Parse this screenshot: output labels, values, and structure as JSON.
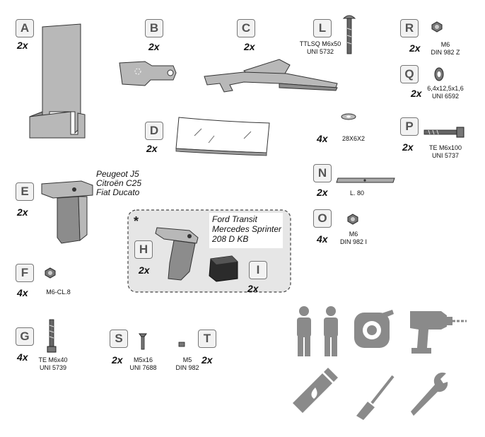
{
  "parts": {
    "A": {
      "letter": "A",
      "qty": "2x"
    },
    "B": {
      "letter": "B",
      "qty": "2x"
    },
    "C": {
      "letter": "C",
      "qty": "2x"
    },
    "D": {
      "letter": "D",
      "qty": "2x"
    },
    "E": {
      "letter": "E",
      "qty": "2x",
      "models": [
        "Peugeot J5",
        "Citroën  C25",
        "Fiat Ducato"
      ]
    },
    "F": {
      "letter": "F",
      "qty": "4x",
      "spec": "M6-CL.8"
    },
    "G": {
      "letter": "G",
      "qty": "4x",
      "spec": [
        "TE M6x40",
        "UNI 5739"
      ]
    },
    "H": {
      "letter": "H",
      "qty": "2x"
    },
    "I": {
      "letter": "I",
      "qty": "2x"
    },
    "L": {
      "letter": "L",
      "spec": [
        "TTLSQ M6x50",
        "UNI 5732"
      ]
    },
    "N": {
      "letter": "N",
      "qty": "2x",
      "spec": "L. 80"
    },
    "O": {
      "letter": "O",
      "qty": "4x",
      "spec": [
        "M6",
        "DIN 982 I"
      ]
    },
    "P": {
      "letter": "P",
      "qty": "2x",
      "spec": [
        "TE M6x100",
        "UNI 5737"
      ]
    },
    "Q": {
      "letter": "Q",
      "qty": "2x",
      "spec": [
        "6,4x12,5x1,6",
        "UNI 6592"
      ]
    },
    "R": {
      "letter": "R",
      "qty": "2x",
      "spec": [
        "M6",
        "DIN 982 Z"
      ]
    },
    "S": {
      "letter": "S",
      "qty": "2x",
      "spec": [
        "M5x16",
        "UNI 7688"
      ]
    },
    "T": {
      "letter": "T",
      "qty": "2x",
      "spec": [
        "M5",
        "DIN 982"
      ]
    },
    "washer": {
      "qty": "4x",
      "spec": "28X6X2"
    }
  },
  "panel": {
    "asterisk": "*",
    "models": [
      "Ford Transit",
      "Mercedes Sprinter",
      "208 D KB"
    ]
  },
  "tools": [
    "two-people-icon",
    "tape-measure-icon",
    "power-drill-icon",
    "grease-tube-icon",
    "screwdriver-icon",
    "wrench-icon"
  ],
  "colors": {
    "part_light": "#b8b8b8",
    "part_dark": "#8c8c8c",
    "panel_bg": "#e6e6e6",
    "tool_gray": "#8a8a8a"
  }
}
